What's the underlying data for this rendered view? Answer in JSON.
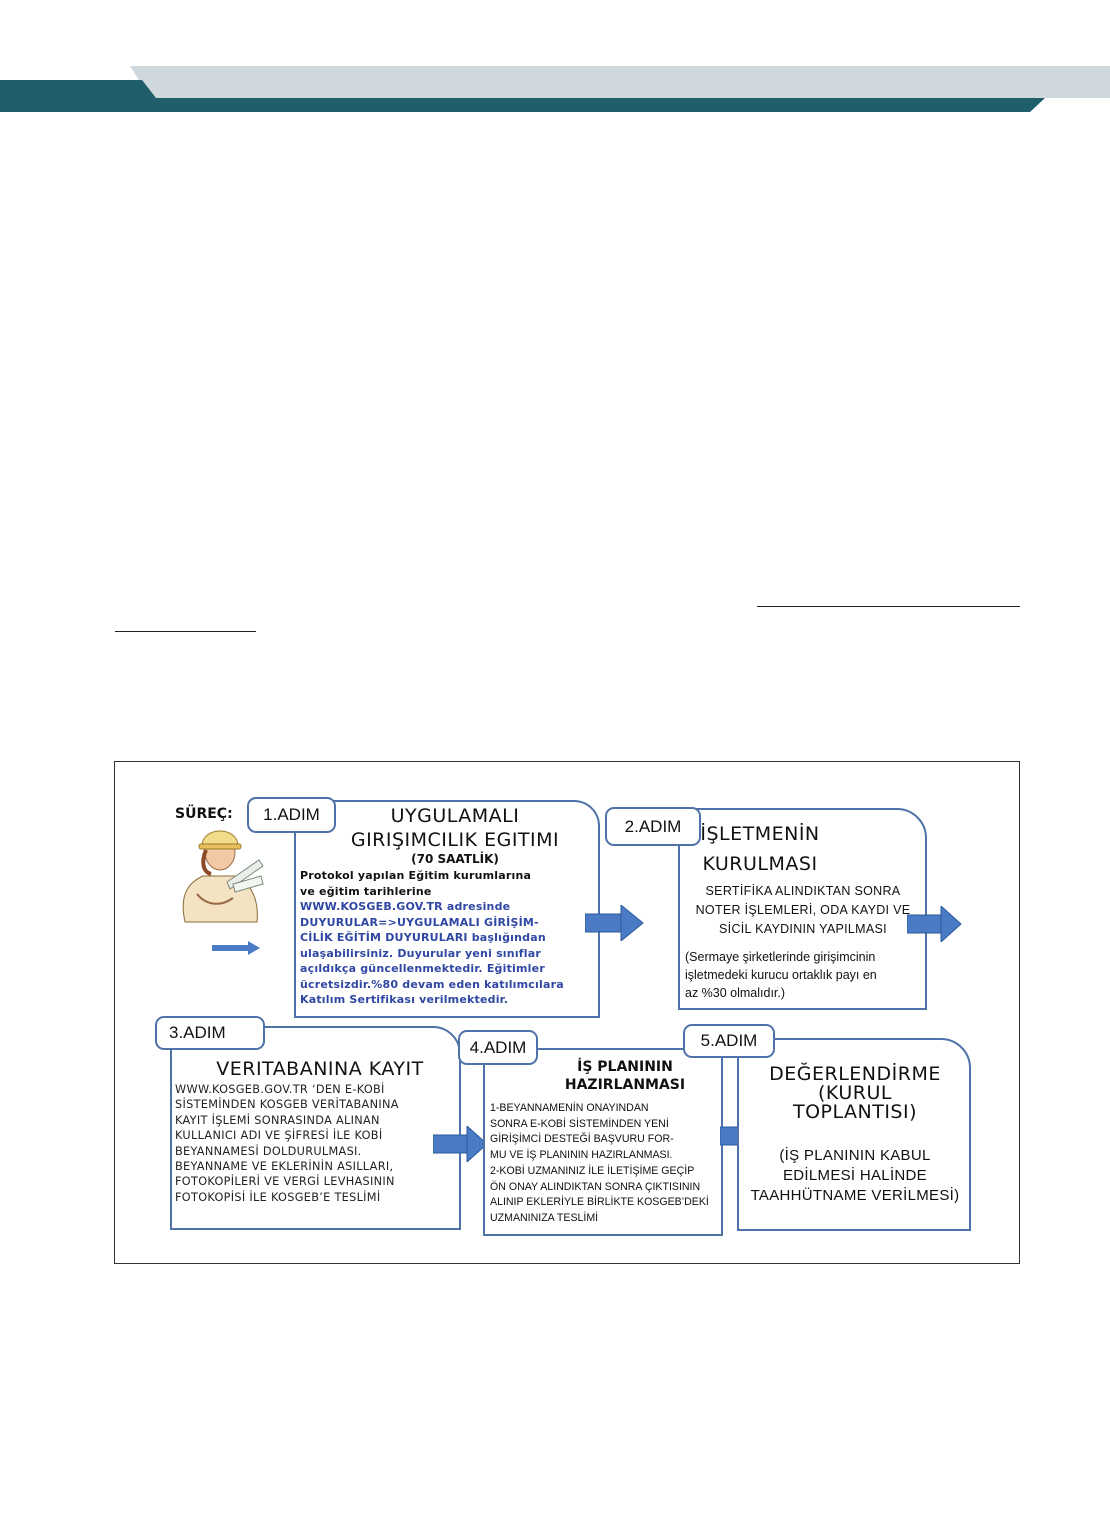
{
  "flow": {
    "process_label": "SÜREÇ:",
    "step1": {
      "tag": "1.ADIM",
      "title_line1": "UYGULAMALI",
      "title_line2": "GIRIŞIMCILIK EGITIMI",
      "subtitle": "(70 SAATLİK)",
      "lines": [
        "Protokol yapılan Eğitim kurumlarına",
        "ve eğitim tarihlerine"
      ],
      "blue_lines": [
        "WWW.KOSGEB.GOV.TR  adresinde",
        "DUYURULAR=>UYGULAMALI GİRİŞİM-",
        "CİLİK EĞİTİM DUYURULARI başlığından",
        "ulaşabilirsiniz.  Duyurular yeni sınıflar",
        "açıldıkça güncellenmektedir. Eğitimler",
        "ücretsizdir.%80 devam eden katılımcılara",
        "Katılım Sertifikası verilmektedir."
      ]
    },
    "step2": {
      "tag": "2.ADIM",
      "title_line1": "İŞLETMENİN",
      "title_line2": "KURULMASI",
      "lines": [
        "SERTİFİKA  ALINDIKTAN  SONRA",
        "NOTER İŞLEMLERİ, ODA KAYDI VE",
        "SİCİL KAYDININ YAPILMASI"
      ],
      "note": [
        "(Sermaye şirketlerinde girişimcinin",
        "işletmedeki kurucu ortaklık payı en",
        "az %30 olmalıdır.)"
      ]
    },
    "step3": {
      "tag": "3.ADIM",
      "title": "VERITABANINA KAYIT",
      "lines": [
        "WWW.KOSGEB.GOV.TR  ‘DEN E-KOBİ",
        "SİSTEMİNDEN KOSGEB VERİTABANINA",
        "KAYIT İŞLEMİ SONRASINDA ALINAN",
        "KULLANICI ADI VE ŞİFRESİ İLE KOBİ",
        "BEYANNAMESİ DOLDURULMASI.",
        "BEYANNAME VE EKLERİNİN ASILLARI,",
        "FOTOKOPİLERİ VE VERGİ LEVHASININ",
        "FOTOKOPİSİ İLE KOSGEB’E TESLİMİ"
      ]
    },
    "step4": {
      "tag": "4.ADIM",
      "title_line1": "İŞ PLANININ",
      "title_line2": "HAZIRLANMASI",
      "lines": [
        "1-BEYANNAMENİN ONAYINDAN",
        "SONRA E-KOBİ SİSTEMİNDEN YENİ",
        "GİRİŞİMCİ DESTEĞİ BAŞVURU FOR-",
        "MU VE İŞ PLANININ HAZIRLANMASI.",
        "2-KOBİ UZMANINIZ İLE İLETİŞİME GEÇİP",
        "ÖN ONAY ALINDIKTAN SONRA ÇIKTISININ",
        "ALINIP EKLERİYLE BİRLİKTE KOSGEB’DEKİ",
        "UZMANINIZA TESLİMİ"
      ]
    },
    "step5": {
      "tag": "5.ADIM",
      "title_line1": "DEĞERLENDİRME",
      "title_line2": "(KURUL",
      "title_line3": "TOPLANTISI)",
      "lines": [
        "(İŞ PLANININ KABUL",
        "EDİLMESİ HALİNDE",
        "TAAHHÜTNAME VERİLMESİ)"
      ]
    }
  }
}
